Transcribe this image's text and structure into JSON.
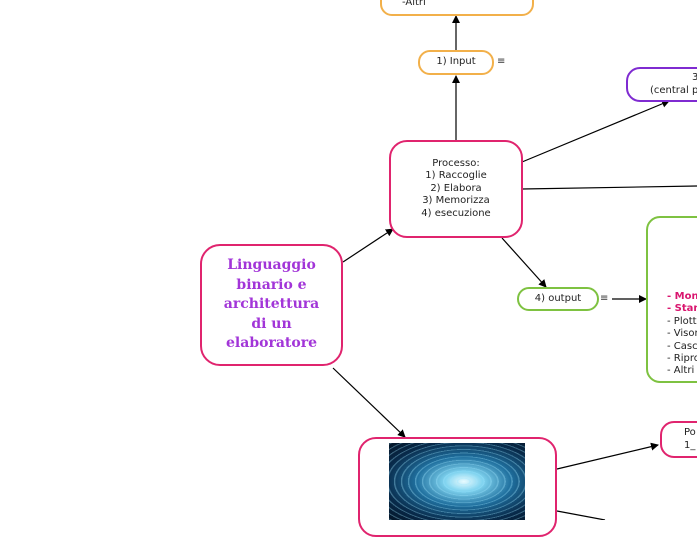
{
  "root": {
    "lines": [
      "Linguaggio",
      "binario e",
      "architettura",
      "di un",
      "elaboratore"
    ]
  },
  "processo": {
    "lines": [
      "Processo:",
      "1) Raccoglie",
      "2) Elabora",
      "3) Memorizza",
      "4) esecuzione"
    ]
  },
  "input": {
    "label": "1) Input"
  },
  "input_detail": {
    "label": "-Altri"
  },
  "output": {
    "label": "4) output"
  },
  "cpu": {
    "lines": [
      "3",
      "(central p"
    ]
  },
  "output_devices": {
    "items": [
      "- Moni",
      "- Stam",
      "- Plott",
      "- Visor",
      "- Casc",
      "- Ripro",
      "- Altri"
    ],
    "highlighted": [
      true,
      true,
      false,
      false,
      false,
      false,
      false
    ]
  },
  "po": {
    "lines": [
      "Po",
      "1_"
    ]
  },
  "icons": {
    "input_menu": "≡",
    "output_menu": "≡"
  },
  "colors": {
    "pink": "#e0246e",
    "orange": "#f2b04a",
    "purple": "#7f2bd1",
    "green": "#7ec241",
    "title": "#a235d8",
    "highlight": "#d9166f"
  }
}
